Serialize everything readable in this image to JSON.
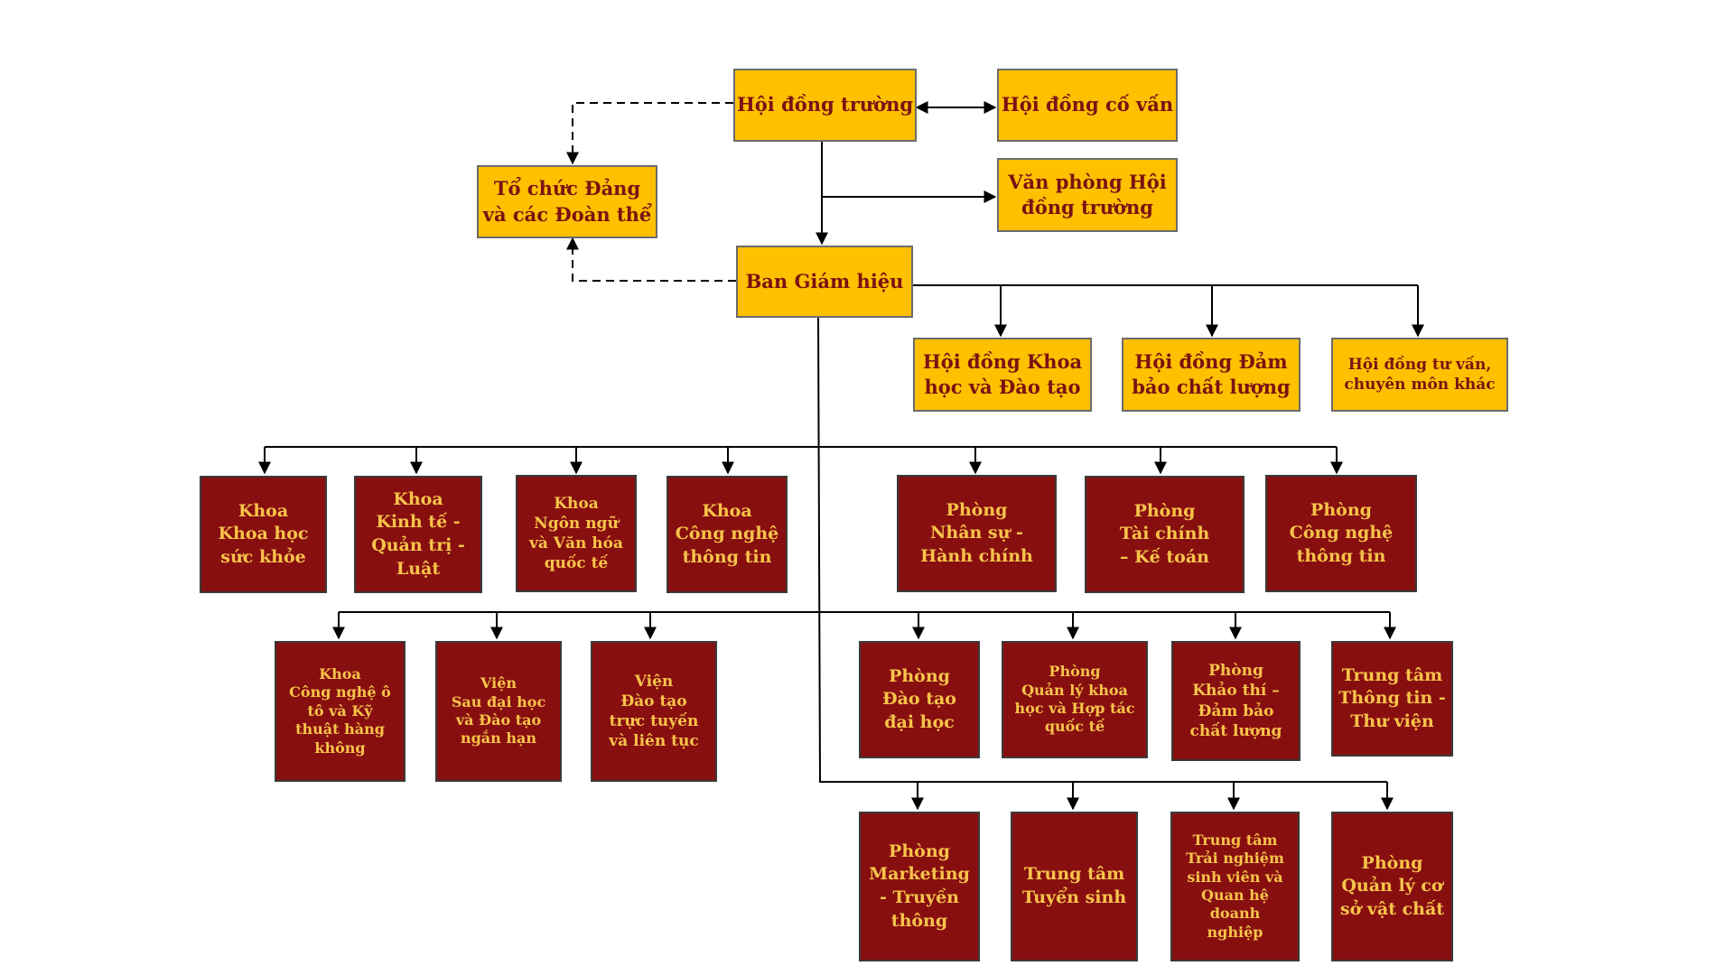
{
  "colors": {
    "gold_fill": "#ffc000",
    "gold_text": "#7b1212",
    "red_fill": "#880f0f",
    "red_text": "#f7c44a",
    "line": "#000000"
  },
  "governance": {
    "hoi_dong_truong": "Hội đồng trường",
    "hoi_dong_co_van": "Hội đồng cố vấn",
    "to_chuc_dang": "Tổ chức Đảng\nvà các Đoàn thể",
    "van_phong_hdt": "Văn phòng Hội\nđồng trường",
    "ban_giam_hieu": "Ban Giám hiệu"
  },
  "councils": [
    "Hội đồng Khoa\nhọc và Đào tạo",
    "Hội đồng Đảm\nbảo chất lượng",
    "Hội đồng tư vấn,\nchuyên môn khác"
  ],
  "row1": [
    "Khoa\nKhoa học\nsức khỏe",
    "Khoa\nKinh tế -\nQuản trị -\nLuật",
    "Khoa\nNgôn ngữ\nvà Văn hóa\nquốc tế",
    "Khoa\nCông nghệ\nthông tin",
    "Phòng\nNhân sự -\nHành chính",
    "Phòng\nTài chính\n– Kế toán",
    "Phòng\nCông nghệ\nthông tin"
  ],
  "row2": [
    "Khoa\nCông nghệ ô\ntô và Kỹ\nthuật hàng\nkhông",
    "Viện\nSau đại học\nvà Đào tạo\nngắn hạn",
    "Viện\nĐào tạo\ntrực tuyến\nvà liên tục",
    "Phòng\nĐào tạo\nđại học",
    "Phòng\nQuản lý khoa\nhọc và Hợp tác\nquốc tế",
    "Phòng\nKhảo thí –\nĐảm bảo\nchất lượng",
    "Trung tâm\nThông tin -\nThư viện"
  ],
  "row3": [
    "Phòng\nMarketing\n- Truyền\nthông",
    "Trung tâm\nTuyển sinh",
    "Trung tâm\nTrải nghiệm\nsinh viên và\nQuan hệ\ndoanh\nnghiệp",
    "Phòng\nQuản lý cơ\nsở vật chất"
  ]
}
